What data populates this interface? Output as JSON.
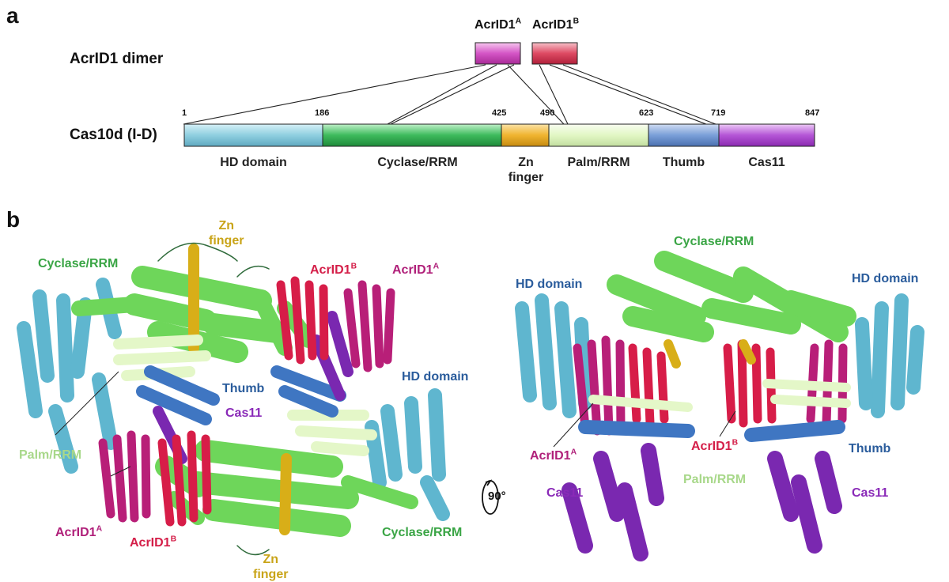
{
  "panels": {
    "a": "a",
    "b": "b"
  },
  "dimer": {
    "row_label": "AcrID1 dimer",
    "a_name": "AcrID1",
    "a_sup": "A",
    "b_name": "AcrID1",
    "b_sup": "B"
  },
  "cas10d": {
    "row_label": "Cas10d (I-D)",
    "positions": [
      "1",
      "186",
      "425",
      "490",
      "623",
      "719",
      "847"
    ],
    "domains": [
      {
        "label": "HD domain",
        "color": "#8fcfe0"
      },
      {
        "label": "Cyclase/RRM",
        "color": "#3dba5c"
      },
      {
        "label_line1": "Zn",
        "label_line2": "finger",
        "color": "#f0b430"
      },
      {
        "label": "Palm/RRM",
        "color": "#e2f7c4"
      },
      {
        "label": "Thumb",
        "color": "#7a9fd8"
      },
      {
        "label": "Cas11",
        "color": "#b455d6"
      }
    ]
  },
  "structure_left": {
    "zn_finger_top": {
      "l1": "Zn",
      "l2": "finger"
    },
    "cyclase_top": "Cyclase/RRM",
    "acrid1b_top": {
      "name": "AcrID1",
      "sup": "B"
    },
    "acrid1a_top": {
      "name": "AcrID1",
      "sup": "A"
    },
    "thumb": "Thumb",
    "cas11": "Cas11",
    "hd_domain": "HD domain",
    "palm_rrm": "Palm/RRM",
    "acrid1a_bottom": {
      "name": "AcrID1",
      "sup": "A"
    },
    "acrid1b_bottom": {
      "name": "AcrID1",
      "sup": "B"
    },
    "zn_finger_bottom": {
      "l1": "Zn",
      "l2": "finger"
    },
    "cyclase_bottom": "Cyclase/RRM"
  },
  "rotation": {
    "label": "90°"
  },
  "structure_right": {
    "cyclase": "Cyclase/RRM",
    "hd_left": "HD domain",
    "hd_right": "HD domain",
    "acrid1a": {
      "name": "AcrID1",
      "sup": "A"
    },
    "acrid1b": {
      "name": "AcrID1",
      "sup": "B"
    },
    "palm_rrm": "Palm/RRM",
    "thumb": "Thumb",
    "cas11_left": "Cas11",
    "cas11_right": "Cas11"
  },
  "colors": {
    "green": "#3aa545",
    "helix_green": "#7fe06a",
    "zn": "#c9a418",
    "magenta": "#b0207a",
    "crimson": "#d41e48",
    "blue": "#2a5c9c",
    "purple": "#8a2ab8",
    "palm": "#a8d88a",
    "cyan": "#6cc3dc"
  }
}
